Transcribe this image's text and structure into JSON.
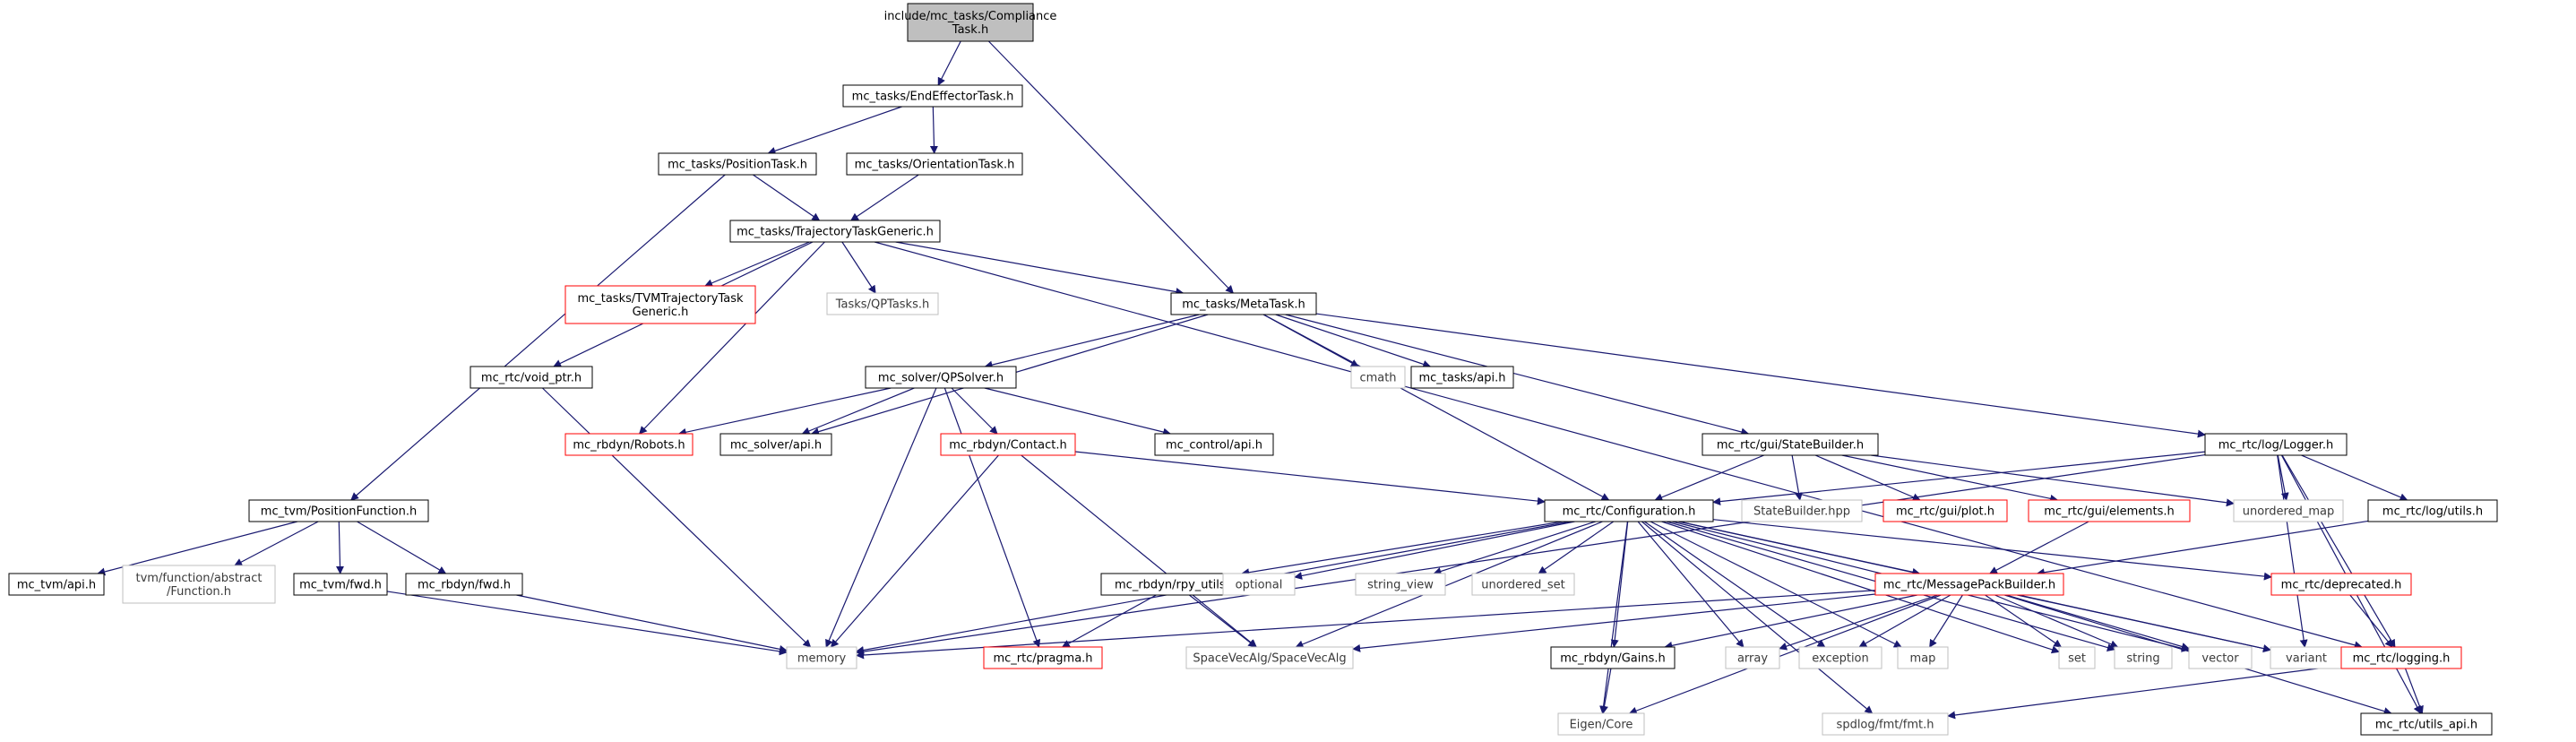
{
  "graph": {
    "colors": {
      "edge": "#191970",
      "border_black": "#000000",
      "border_gray": "#bfbfbf",
      "border_red": "#ff0000",
      "root_fill": "#bfbfbf",
      "node_fill": "#ffffff",
      "text_main": "#000000",
      "text_external": "#3a3a3a"
    },
    "nodes": [
      {
        "id": "root",
        "lines": [
          "include/mc_tasks/Compliance",
          "Task.h"
        ],
        "kind": "root"
      },
      {
        "id": "eef",
        "lines": [
          "mc_tasks/EndEffectorTask.h"
        ],
        "kind": "normal"
      },
      {
        "id": "pos",
        "lines": [
          "mc_tasks/PositionTask.h"
        ],
        "kind": "normal"
      },
      {
        "id": "ori",
        "lines": [
          "mc_tasks/OrientationTask.h"
        ],
        "kind": "normal"
      },
      {
        "id": "traj",
        "lines": [
          "mc_tasks/TrajectoryTaskGeneric.h"
        ],
        "kind": "normal"
      },
      {
        "id": "tvmtraj",
        "lines": [
          "mc_tasks/TVMTrajectoryTask",
          "Generic.h"
        ],
        "kind": "truncated"
      },
      {
        "id": "qptasks",
        "lines": [
          "Tasks/QPTasks.h"
        ],
        "kind": "external"
      },
      {
        "id": "meta",
        "lines": [
          "mc_tasks/MetaTask.h"
        ],
        "kind": "normal"
      },
      {
        "id": "voidptr",
        "lines": [
          "mc_rtc/void_ptr.h"
        ],
        "kind": "normal"
      },
      {
        "id": "qpsolver",
        "lines": [
          "mc_solver/QPSolver.h"
        ],
        "kind": "normal"
      },
      {
        "id": "cmath",
        "lines": [
          "cmath"
        ],
        "kind": "external"
      },
      {
        "id": "tasksapi",
        "lines": [
          "mc_tasks/api.h"
        ],
        "kind": "normal"
      },
      {
        "id": "robots",
        "lines": [
          "mc_rbdyn/Robots.h"
        ],
        "kind": "truncated"
      },
      {
        "id": "solverapi",
        "lines": [
          "mc_solver/api.h"
        ],
        "kind": "normal"
      },
      {
        "id": "contact",
        "lines": [
          "mc_rbdyn/Contact.h"
        ],
        "kind": "truncated"
      },
      {
        "id": "controlapi",
        "lines": [
          "mc_control/api.h"
        ],
        "kind": "normal"
      },
      {
        "id": "statebuilder",
        "lines": [
          "mc_rtc/gui/StateBuilder.h"
        ],
        "kind": "normal"
      },
      {
        "id": "logger",
        "lines": [
          "mc_rtc/log/Logger.h"
        ],
        "kind": "normal"
      },
      {
        "id": "posfunc",
        "lines": [
          "mc_tvm/PositionFunction.h"
        ],
        "kind": "normal"
      },
      {
        "id": "config",
        "lines": [
          "mc_rtc/Configuration.h"
        ],
        "kind": "normal"
      },
      {
        "id": "sbhpp",
        "lines": [
          "StateBuilder.hpp"
        ],
        "kind": "external"
      },
      {
        "id": "plot",
        "lines": [
          "mc_rtc/gui/plot.h"
        ],
        "kind": "truncated"
      },
      {
        "id": "elements",
        "lines": [
          "mc_rtc/gui/elements.h"
        ],
        "kind": "truncated"
      },
      {
        "id": "umap",
        "lines": [
          "unordered_map"
        ],
        "kind": "external"
      },
      {
        "id": "logutils",
        "lines": [
          "mc_rtc/log/utils.h"
        ],
        "kind": "normal"
      },
      {
        "id": "tvmapi",
        "lines": [
          "mc_tvm/api.h"
        ],
        "kind": "normal"
      },
      {
        "id": "tvmfunc",
        "lines": [
          "tvm/function/abstract",
          "/Function.h"
        ],
        "kind": "external"
      },
      {
        "id": "tvmfwd",
        "lines": [
          "mc_tvm/fwd.h"
        ],
        "kind": "normal"
      },
      {
        "id": "rbdynfwd",
        "lines": [
          "mc_rbdyn/fwd.h"
        ],
        "kind": "normal"
      },
      {
        "id": "rpyutils",
        "lines": [
          "mc_rbdyn/rpy_utils.h"
        ],
        "kind": "normal"
      },
      {
        "id": "optional",
        "lines": [
          "optional"
        ],
        "kind": "external"
      },
      {
        "id": "stringview",
        "lines": [
          "string_view"
        ],
        "kind": "external"
      },
      {
        "id": "uset",
        "lines": [
          "unordered_set"
        ],
        "kind": "external"
      },
      {
        "id": "msgpack",
        "lines": [
          "mc_rtc/MessagePackBuilder.h"
        ],
        "kind": "truncated"
      },
      {
        "id": "deprecated",
        "lines": [
          "mc_rtc/deprecated.h"
        ],
        "kind": "truncated"
      },
      {
        "id": "memory",
        "lines": [
          "memory"
        ],
        "kind": "external"
      },
      {
        "id": "pragma",
        "lines": [
          "mc_rtc/pragma.h"
        ],
        "kind": "truncated"
      },
      {
        "id": "svalg",
        "lines": [
          "SpaceVecAlg/SpaceVecAlg"
        ],
        "kind": "external"
      },
      {
        "id": "gains",
        "lines": [
          "mc_rbdyn/Gains.h"
        ],
        "kind": "normal"
      },
      {
        "id": "array",
        "lines": [
          "array"
        ],
        "kind": "external"
      },
      {
        "id": "exception",
        "lines": [
          "exception"
        ],
        "kind": "external"
      },
      {
        "id": "map",
        "lines": [
          "map"
        ],
        "kind": "external"
      },
      {
        "id": "set",
        "lines": [
          "set"
        ],
        "kind": "external"
      },
      {
        "id": "string",
        "lines": [
          "string"
        ],
        "kind": "external"
      },
      {
        "id": "vector",
        "lines": [
          "vector"
        ],
        "kind": "external"
      },
      {
        "id": "variant",
        "lines": [
          "variant"
        ],
        "kind": "external"
      },
      {
        "id": "logging",
        "lines": [
          "mc_rtc/logging.h"
        ],
        "kind": "truncated"
      },
      {
        "id": "eigen",
        "lines": [
          "Eigen/Core"
        ],
        "kind": "external"
      },
      {
        "id": "fmt",
        "lines": [
          "spdlog/fmt/fmt.h"
        ],
        "kind": "external"
      },
      {
        "id": "utilsapi",
        "lines": [
          "mc_rtc/utils_api.h"
        ],
        "kind": "normal"
      }
    ],
    "edges": [
      [
        "root",
        "eef"
      ],
      [
        "root",
        "meta"
      ],
      [
        "eef",
        "pos"
      ],
      [
        "eef",
        "ori"
      ],
      [
        "pos",
        "traj"
      ],
      [
        "pos",
        "posfunc"
      ],
      [
        "ori",
        "traj"
      ],
      [
        "traj",
        "tvmtraj"
      ],
      [
        "traj",
        "qptasks"
      ],
      [
        "traj",
        "meta"
      ],
      [
        "traj",
        "voidptr"
      ],
      [
        "traj",
        "robots"
      ],
      [
        "traj",
        "logging"
      ],
      [
        "meta",
        "qpsolver"
      ],
      [
        "meta",
        "cmath"
      ],
      [
        "meta",
        "tasksapi"
      ],
      [
        "meta",
        "solverapi"
      ],
      [
        "meta",
        "statebuilder"
      ],
      [
        "meta",
        "logger"
      ],
      [
        "meta",
        "config"
      ],
      [
        "voidptr",
        "memory"
      ],
      [
        "qpsolver",
        "robots"
      ],
      [
        "qpsolver",
        "solverapi"
      ],
      [
        "qpsolver",
        "contact"
      ],
      [
        "qpsolver",
        "controlapi"
      ],
      [
        "qpsolver",
        "memory"
      ],
      [
        "qpsolver",
        "pragma"
      ],
      [
        "contact",
        "config"
      ],
      [
        "contact",
        "memory"
      ],
      [
        "contact",
        "svalg"
      ],
      [
        "statebuilder",
        "config"
      ],
      [
        "statebuilder",
        "sbhpp"
      ],
      [
        "statebuilder",
        "plot"
      ],
      [
        "statebuilder",
        "elements"
      ],
      [
        "statebuilder",
        "umap"
      ],
      [
        "logger",
        "config"
      ],
      [
        "logger",
        "umap"
      ],
      [
        "logger",
        "logutils"
      ],
      [
        "logger",
        "memory"
      ],
      [
        "logger",
        "logging"
      ],
      [
        "logger",
        "variant"
      ],
      [
        "logger",
        "utilsapi"
      ],
      [
        "elements",
        "msgpack"
      ],
      [
        "logutils",
        "msgpack"
      ],
      [
        "posfunc",
        "tvmapi"
      ],
      [
        "posfunc",
        "tvmfunc"
      ],
      [
        "posfunc",
        "tvmfwd"
      ],
      [
        "posfunc",
        "rbdynfwd"
      ],
      [
        "tvmfwd",
        "memory"
      ],
      [
        "rbdynfwd",
        "memory"
      ],
      [
        "config",
        "rpyutils"
      ],
      [
        "config",
        "optional"
      ],
      [
        "config",
        "stringview"
      ],
      [
        "config",
        "uset"
      ],
      [
        "config",
        "msgpack"
      ],
      [
        "config",
        "deprecated"
      ],
      [
        "config",
        "memory"
      ],
      [
        "config",
        "svalg"
      ],
      [
        "config",
        "gains"
      ],
      [
        "config",
        "array"
      ],
      [
        "config",
        "exception"
      ],
      [
        "config",
        "map"
      ],
      [
        "config",
        "set"
      ],
      [
        "config",
        "string"
      ],
      [
        "config",
        "vector"
      ],
      [
        "config",
        "variant"
      ],
      [
        "config",
        "eigen"
      ],
      [
        "config",
        "fmt"
      ],
      [
        "rpyutils",
        "pragma"
      ],
      [
        "rpyutils",
        "svalg"
      ],
      [
        "msgpack",
        "memory"
      ],
      [
        "msgpack",
        "svalg"
      ],
      [
        "msgpack",
        "gains"
      ],
      [
        "msgpack",
        "array"
      ],
      [
        "msgpack",
        "exception"
      ],
      [
        "msgpack",
        "map"
      ],
      [
        "msgpack",
        "set"
      ],
      [
        "msgpack",
        "string"
      ],
      [
        "msgpack",
        "vector"
      ],
      [
        "msgpack",
        "variant"
      ],
      [
        "msgpack",
        "eigen"
      ],
      [
        "msgpack",
        "utilsapi"
      ],
      [
        "deprecated",
        "logging"
      ],
      [
        "gains",
        "eigen"
      ],
      [
        "logging",
        "fmt"
      ],
      [
        "logging",
        "utilsapi"
      ]
    ]
  }
}
